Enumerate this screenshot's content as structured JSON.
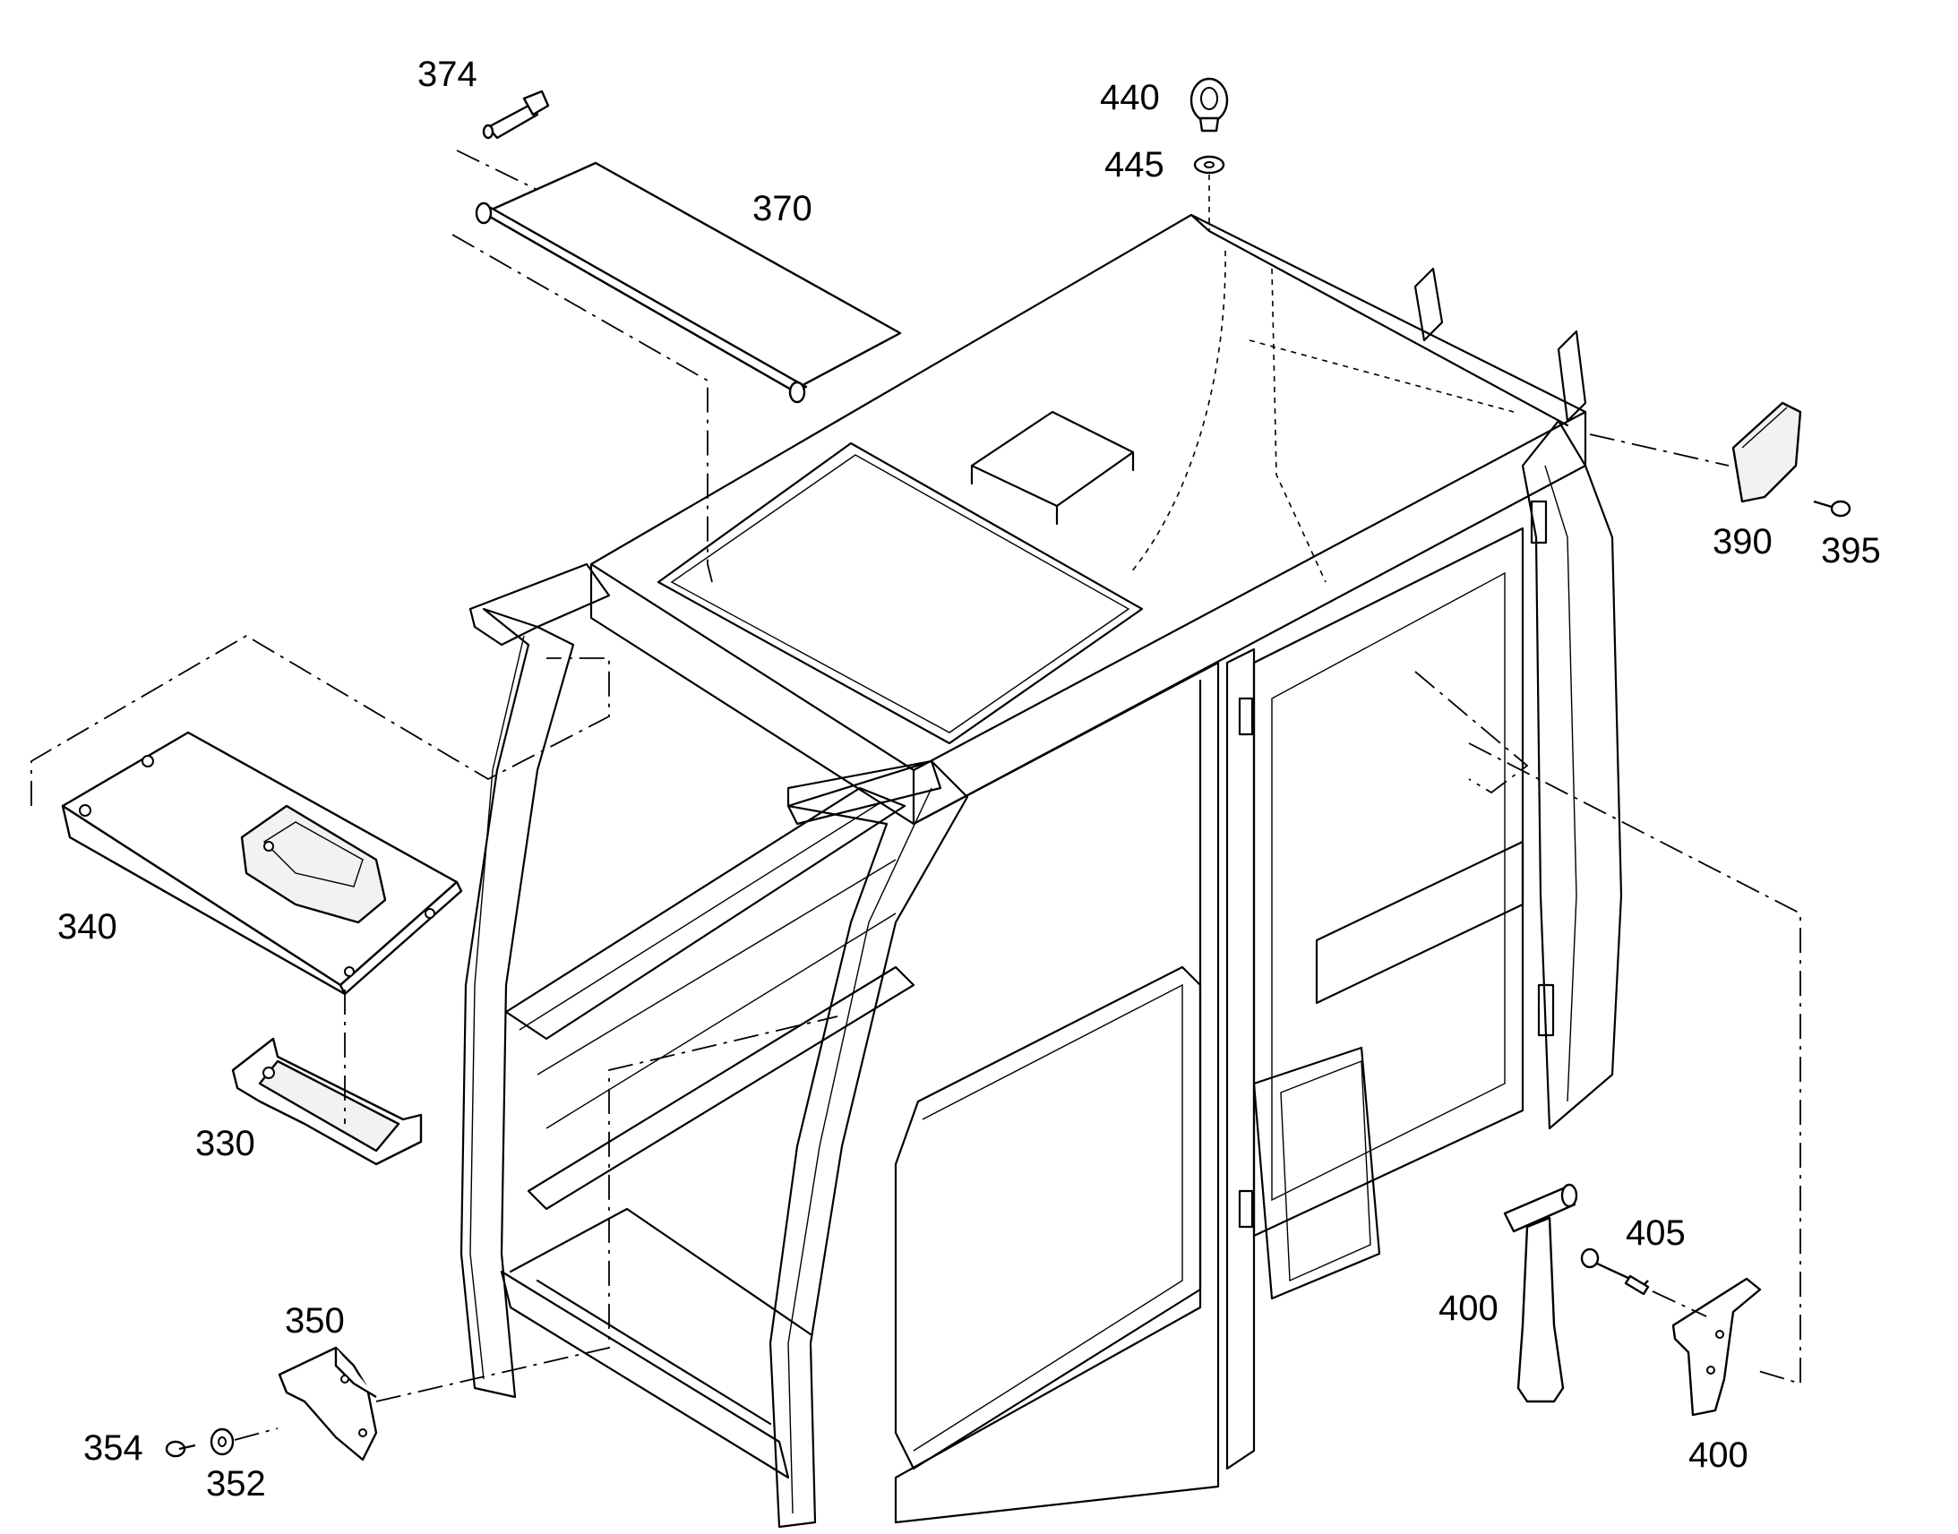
{
  "diagram": {
    "callouts": {
      "c374": "374",
      "c370": "370",
      "c440": "440",
      "c445": "445",
      "c390": "390",
      "c395": "395",
      "c340": "340",
      "c330": "330",
      "c405": "405",
      "c400a": "400",
      "c400b": "400",
      "c350": "350",
      "c354": "354",
      "c352": "352"
    }
  }
}
